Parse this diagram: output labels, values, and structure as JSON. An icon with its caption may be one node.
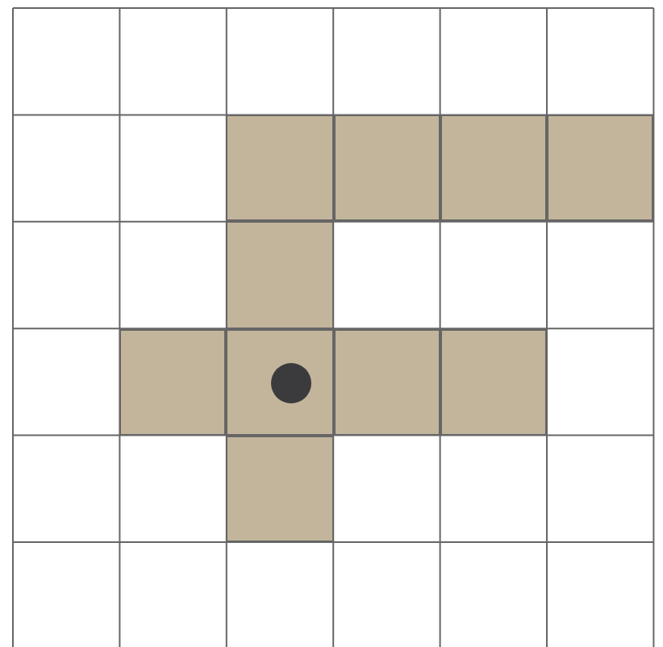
{
  "diagram": {
    "nodes": [
      {
        "text": [],
        "shape": "box"
      },
      {
        "text": [],
        "shape": "box"
      },
      {
        "text": [],
        "shape": "box"
      },
      {
        "text": [],
        "shape": "box"
      },
      {
        "text": [],
        "shape": "box"
      },
      {
        "text": [],
        "shape": "box"
      },
      {
        "text": [],
        "shape": "box"
      },
      {
        "text": [],
        "shape": "box"
      },
      {
        "text": [],
        "shape": "box"
      },
      {
        "text": [],
        "shape": "circle",
        "in": 6
      },
      {
        "text": [],
        "shape": "box"
      }
    ]
  }
}
